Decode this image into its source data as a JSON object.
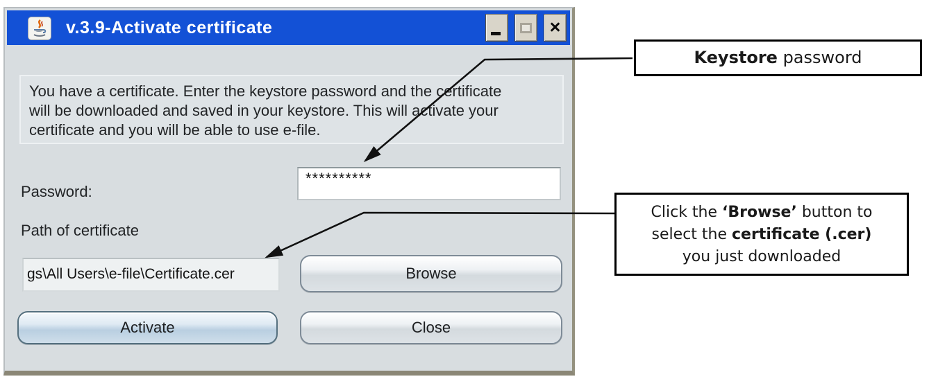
{
  "titlebar": {
    "title": "v.3.9-Activate certificate"
  },
  "icons": {
    "close_glyph": "×"
  },
  "dialog": {
    "description_lines": [
      "You have a certificate. Enter the keystore password and the certificate",
      "will be downloaded and saved in your keystore. This will activate your",
      "certificate and you will be able to use e-file."
    ],
    "password_label": "Password:",
    "password_value": "**********",
    "path_label": "Path of certificate",
    "path_value": "gs\\All Users\\e-file\\Certificate.cer",
    "browse_button": "Browse",
    "activate_button": "Activate",
    "close_button": "Close"
  },
  "annotations": {
    "keystore_box": {
      "bold": "Keystore",
      "rest": " password"
    },
    "browse_box": {
      "l1a": "Click the ",
      "l1b": "‘Browse’",
      "l1c": " button to",
      "l2a": "select the ",
      "l2b": "certificate (.cer)",
      "l3": "you just downloaded"
    }
  },
  "colors": {
    "titlebar_blue": "#1351d6",
    "dialog_background": "#d8dde0",
    "panel_background": "#dee3e6",
    "activate_button_blue": "#b9cfe1",
    "annotation_border": "#000000",
    "connector_line": "#111111"
  }
}
